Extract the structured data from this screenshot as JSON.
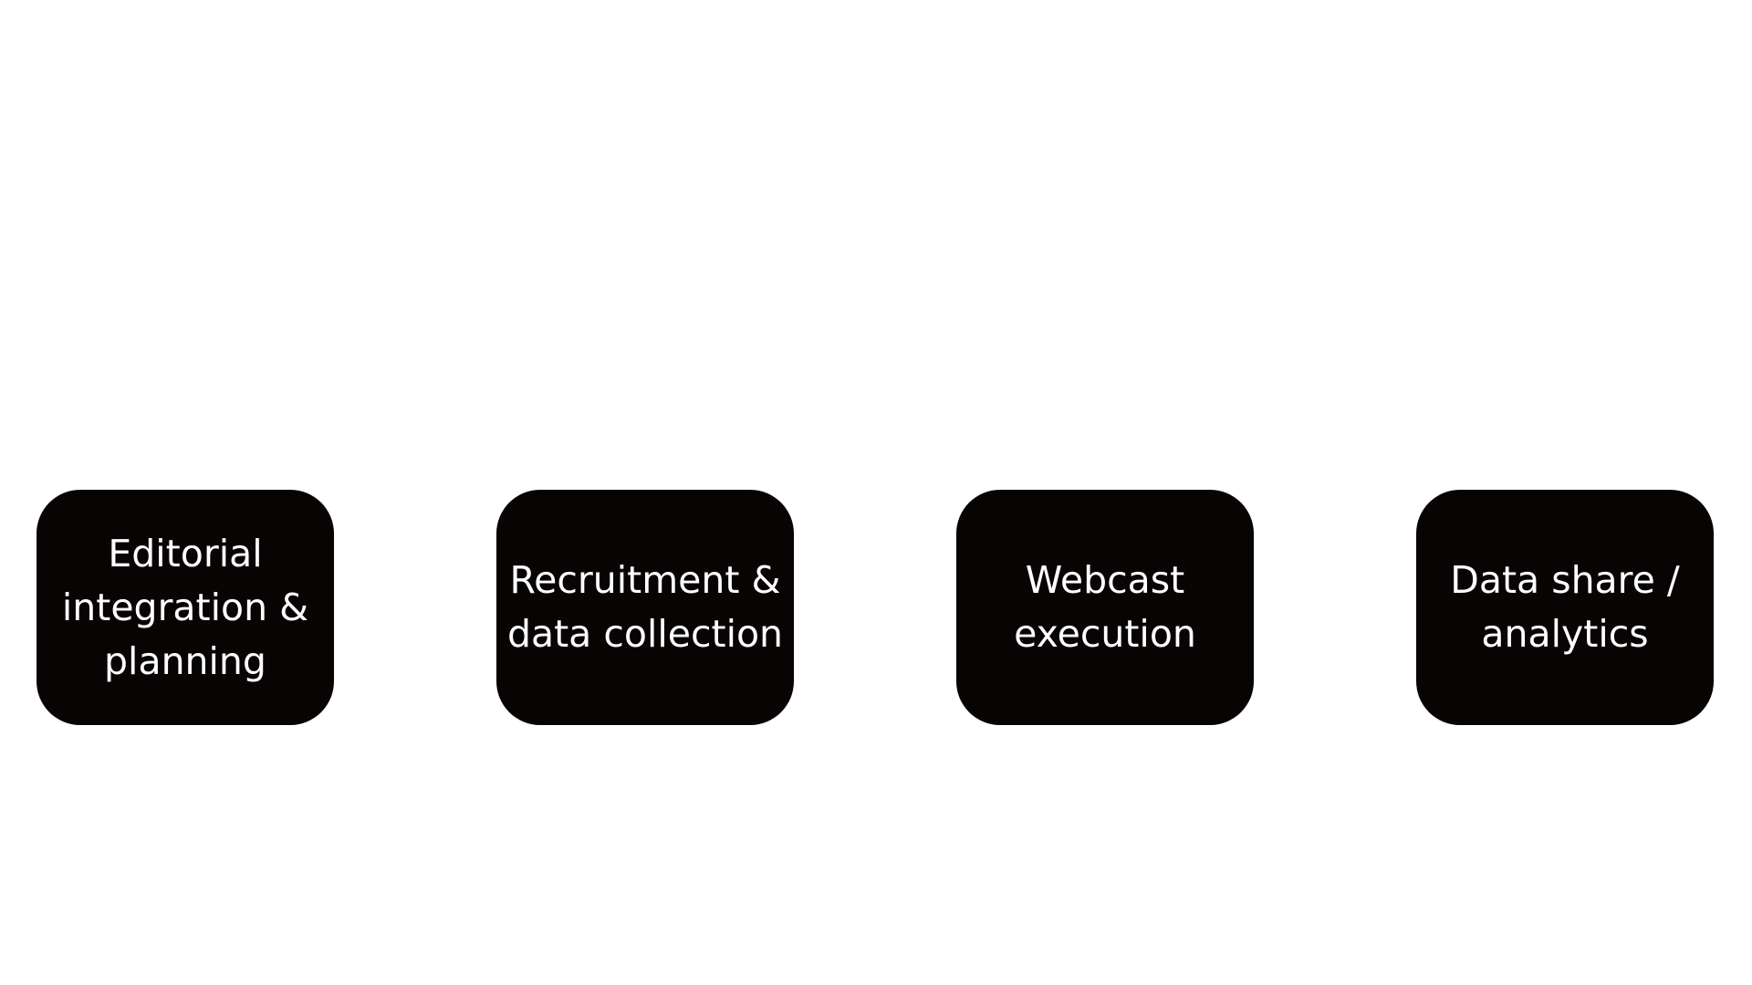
{
  "colors": {
    "background": "#ffffff",
    "box_fill": "#070403",
    "box_text": "#ffffff"
  },
  "steps": [
    {
      "label": "Editorial\nintegration &\nplanning"
    },
    {
      "label": "Recruitment &\ndata collection"
    },
    {
      "label": "Webcast\nexecution"
    },
    {
      "label": "Data share /\nanalytics"
    }
  ]
}
